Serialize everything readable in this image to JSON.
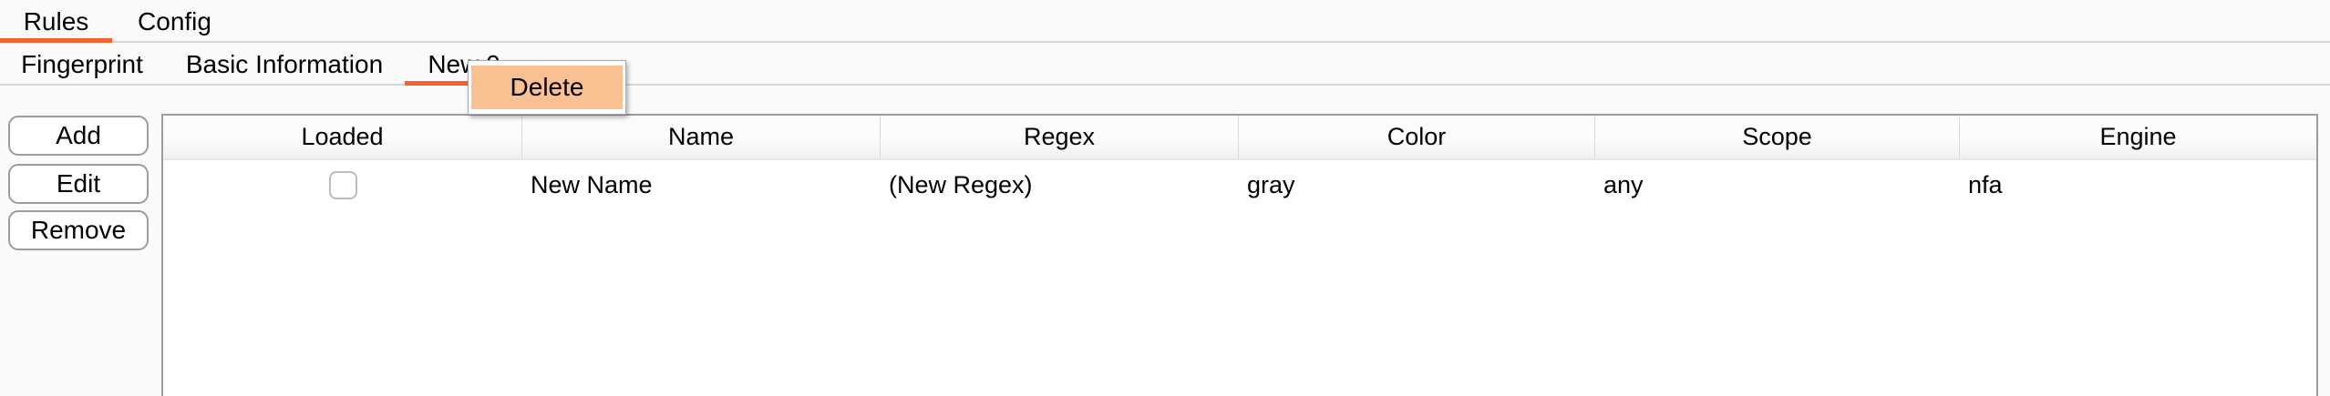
{
  "tabbar_primary": {
    "tabs": [
      {
        "label": "Rules",
        "active": true
      },
      {
        "label": "Config",
        "active": false
      }
    ]
  },
  "tabbar_secondary": {
    "tabs": [
      {
        "label": "Fingerprint",
        "active": false
      },
      {
        "label": "Basic Information",
        "active": false
      },
      {
        "label": "New 0",
        "active": true
      }
    ]
  },
  "context_menu": {
    "items": [
      {
        "label": "Delete",
        "highlighted": true
      }
    ],
    "highlight_color": "#f9c092"
  },
  "sidebar": {
    "buttons": [
      {
        "label": "Add"
      },
      {
        "label": "Edit"
      },
      {
        "label": "Remove"
      }
    ]
  },
  "table": {
    "columns": [
      "Loaded",
      "Name",
      "Regex",
      "Color",
      "Scope",
      "Engine"
    ],
    "rows": [
      {
        "loaded": false,
        "name": "New Name",
        "regex": "(New Regex)",
        "color": "gray",
        "scope": "any",
        "engine": "nfa"
      }
    ]
  },
  "colors": {
    "accent": "#f2622f",
    "menu_highlight": "#f9c092",
    "table_border": "#9a9ca4"
  }
}
